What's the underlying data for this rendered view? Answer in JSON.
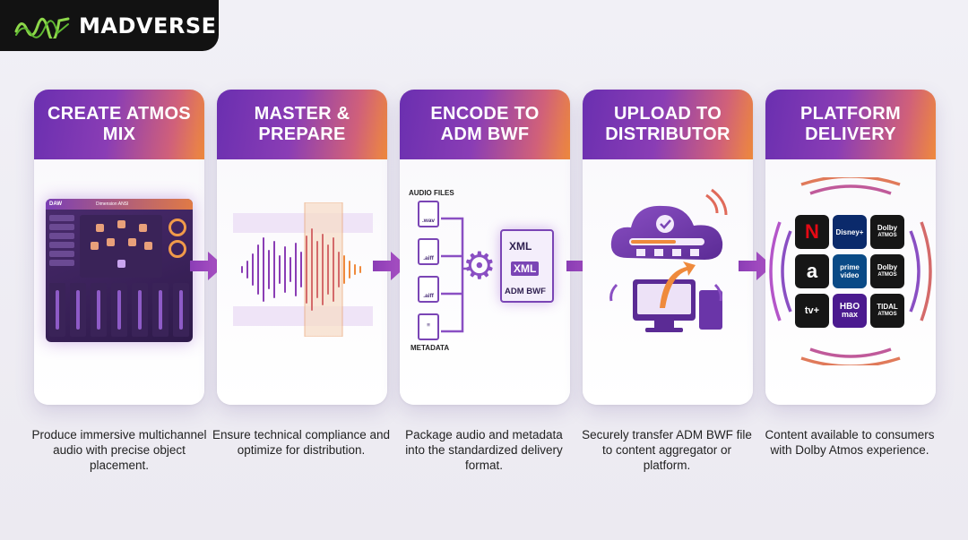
{
  "brand": {
    "name": "MADVERSE"
  },
  "steps": [
    {
      "title": "CREATE ATMOS MIX",
      "description": "Produce immersive multichannel audio with precise object placement."
    },
    {
      "title": "MASTER & PREPARE",
      "description": "Ensure technical compliance and optimize for distribution."
    },
    {
      "title": "ENCODE TO ADM BWF",
      "description": "Package audio and metadata into the standardized delivery format."
    },
    {
      "title": "UPLOAD TO DISTRIBUTOR",
      "description": "Securely transfer ADM BWF file to content aggregator or platform."
    },
    {
      "title": "PLATFORM DELIVERY",
      "description": "Content available to consumers with Dolby Atmos experience."
    }
  ],
  "daw": {
    "label": "DAW",
    "session": "Dimension ANSI"
  },
  "encode": {
    "audio_files_label": "AUDIO FILES",
    "files": [
      ".wav",
      ".aiff",
      ".aiff"
    ],
    "metadata_label": "METADATA",
    "doc_labels": [
      "XML",
      "XML",
      "ADM BWF"
    ]
  },
  "platforms": [
    {
      "name": "N",
      "sub": ""
    },
    {
      "name": "Disney+",
      "sub": ""
    },
    {
      "name": "Dolby",
      "sub": "ATMOS"
    },
    {
      "name": "a",
      "sub": ""
    },
    {
      "name": "prime",
      "sub": "video"
    },
    {
      "name": "Dolby",
      "sub": "ATMOS"
    },
    {
      "name": "tv+",
      "sub": ""
    },
    {
      "name": "HBO",
      "sub": "max"
    },
    {
      "name": "TIDAL",
      "sub": "ATMOS"
    }
  ],
  "colors": {
    "accent_purple": "#6a2fb0",
    "accent_orange": "#ef8a3c",
    "logo_green": "#8dd84a"
  }
}
